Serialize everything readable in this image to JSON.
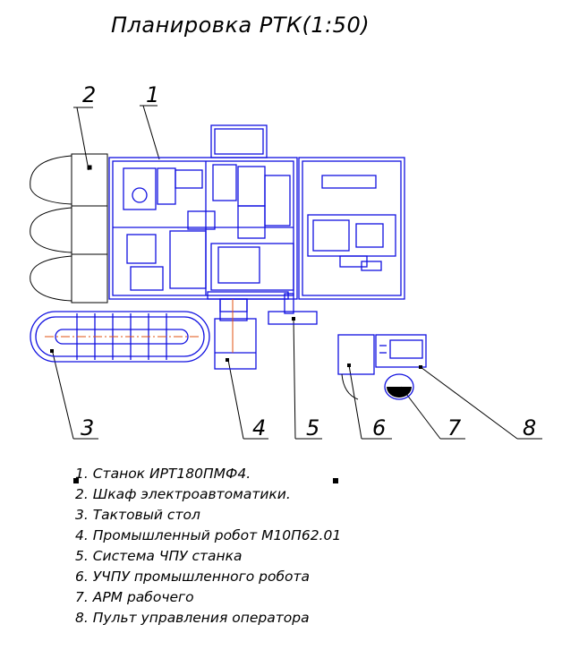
{
  "title": "Планировка РТК(1:50)",
  "callouts": [
    "1",
    "2",
    "3",
    "4",
    "5",
    "6",
    "7",
    "8"
  ],
  "legend": [
    "1. Станок ИРТ180ПМФ4.",
    "2. Шкаф электроавтоматики.",
    "3. Тактовый стол",
    "4. Промышленный робот М10П62.01",
    "5. Система ЧПУ станка",
    "6. УЧПУ промышленного робота",
    "7. АРМ рабочего",
    "8. Пульт управления оператора"
  ],
  "colors": {
    "equipment": "#1010e0",
    "outline": "#000000",
    "axis": "#e05010"
  }
}
